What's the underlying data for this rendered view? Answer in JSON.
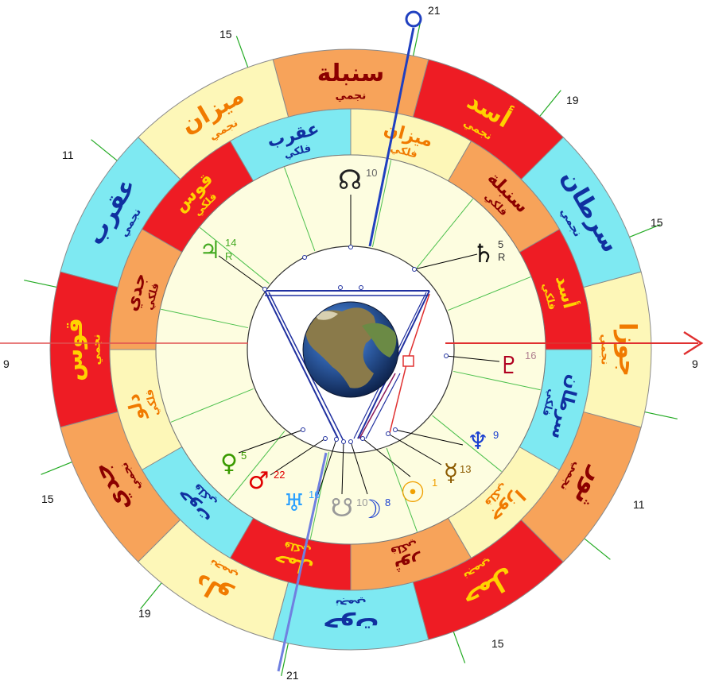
{
  "chart": {
    "outer_ring": [
      {
        "sign": "سنبلة",
        "tag": "نجمي",
        "fill": "#f7a35a",
        "color": "#8b0000"
      },
      {
        "sign": "ميزان",
        "tag": "نجمي",
        "fill": "#fdf7b8",
        "color": "#f07a00"
      },
      {
        "sign": "عقرب",
        "tag": "نجمي",
        "fill": "#7ee9f2",
        "color": "#1030a0"
      },
      {
        "sign": "قوس",
        "tag": "نجمي",
        "fill": "#ee1c24",
        "color": "#ffd200"
      },
      {
        "sign": "جدي",
        "tag": "نجمي",
        "fill": "#f7a35a",
        "color": "#8b0000"
      },
      {
        "sign": "دلو",
        "tag": "نجمي",
        "fill": "#fdf7b8",
        "color": "#f07a00"
      },
      {
        "sign": "حوت",
        "tag": "نجمي",
        "fill": "#7ee9f2",
        "color": "#1030a0"
      },
      {
        "sign": "حمل",
        "tag": "نجمي",
        "fill": "#ee1c24",
        "color": "#ffd200"
      },
      {
        "sign": "ثور",
        "tag": "نجمي",
        "fill": "#f7a35a",
        "color": "#8b0000"
      },
      {
        "sign": "جوزا",
        "tag": "نجمي",
        "fill": "#fdf7b8",
        "color": "#f07a00"
      },
      {
        "sign": "سرطان",
        "tag": "نجمي",
        "fill": "#7ee9f2",
        "color": "#1030a0"
      },
      {
        "sign": "أسد",
        "tag": "نجمي",
        "fill": "#ee1c24",
        "color": "#ffd200"
      }
    ],
    "inner_ring": [
      {
        "sign": "ميزان",
        "tag": "فلكي",
        "fill": "#fdf7b8",
        "color": "#f07a00"
      },
      {
        "sign": "عقرب",
        "tag": "فلكي",
        "fill": "#7ee9f2",
        "color": "#1030a0"
      },
      {
        "sign": "قوس",
        "tag": "فلكي",
        "fill": "#ee1c24",
        "color": "#ffd200"
      },
      {
        "sign": "جدي",
        "tag": "فلكي",
        "fill": "#f7a35a",
        "color": "#8b0000"
      },
      {
        "sign": "دلو",
        "tag": "فلكي",
        "fill": "#fdf7b8",
        "color": "#f07a00"
      },
      {
        "sign": "حوت",
        "tag": "فلكي",
        "fill": "#7ee9f2",
        "color": "#1030a0"
      },
      {
        "sign": "حمل",
        "tag": "فلكي",
        "fill": "#ee1c24",
        "color": "#ffd200"
      },
      {
        "sign": "ثور",
        "tag": "فلكي",
        "fill": "#f7a35a",
        "color": "#8b0000"
      },
      {
        "sign": "جوزا",
        "tag": "فلكي",
        "fill": "#fdf7b8",
        "color": "#f07a00"
      },
      {
        "sign": "سرطان",
        "tag": "فلكي",
        "fill": "#7ee9f2",
        "color": "#1030a0"
      },
      {
        "sign": "أسد",
        "tag": "فلكي",
        "fill": "#ee1c24",
        "color": "#ffd200"
      },
      {
        "sign": "سنبلة",
        "tag": "فلكي",
        "fill": "#f7a35a",
        "color": "#8b0000"
      }
    ],
    "cusp_degrees": {
      "top": "21",
      "top_right": "19",
      "right_upper": "15",
      "right": "9",
      "right_lower": "11",
      "bottom_right": "15",
      "bottom": "21",
      "bottom_left": "19",
      "left_lower": "15",
      "left": "9",
      "left_upper": "11",
      "top_left": "15"
    },
    "planets": [
      {
        "name": "north-node",
        "glyph": "☊",
        "degree": "10",
        "color": "#222222"
      },
      {
        "name": "saturn",
        "glyph": "♄",
        "degree": "5",
        "retro": "R",
        "color": "#111111"
      },
      {
        "name": "jupiter",
        "glyph": "♃",
        "degree": "14",
        "retro": "R",
        "color": "#44aa22"
      },
      {
        "name": "pluto",
        "glyph": "♇",
        "degree": "16",
        "color": "#b00020"
      },
      {
        "name": "neptune",
        "glyph": "♆",
        "degree": "9",
        "color": "#1a3fd0"
      },
      {
        "name": "mercury",
        "glyph": "☿",
        "degree": "13",
        "color": "#8b5a00"
      },
      {
        "name": "sun",
        "glyph": "☉",
        "degree": "1",
        "color": "#f0a000"
      },
      {
        "name": "moon",
        "glyph": "☽",
        "degree": "8",
        "color": "#1a3fd0"
      },
      {
        "name": "south-node",
        "glyph": "☋",
        "degree": "10",
        "color": "#999999"
      },
      {
        "name": "uranus",
        "glyph": "♅",
        "degree": "16",
        "color": "#2aa0ff"
      },
      {
        "name": "mars",
        "glyph": "♂",
        "degree": "22",
        "color": "#e00000"
      },
      {
        "name": "venus",
        "glyph": "♀",
        "degree": "5",
        "color": "#3a9a00"
      }
    ],
    "colors": {
      "ring_inner_bg": "#fdfde0",
      "axis_red": "#e03030",
      "axis_blue": "#2040c0",
      "grid_green": "#22aa22"
    }
  }
}
